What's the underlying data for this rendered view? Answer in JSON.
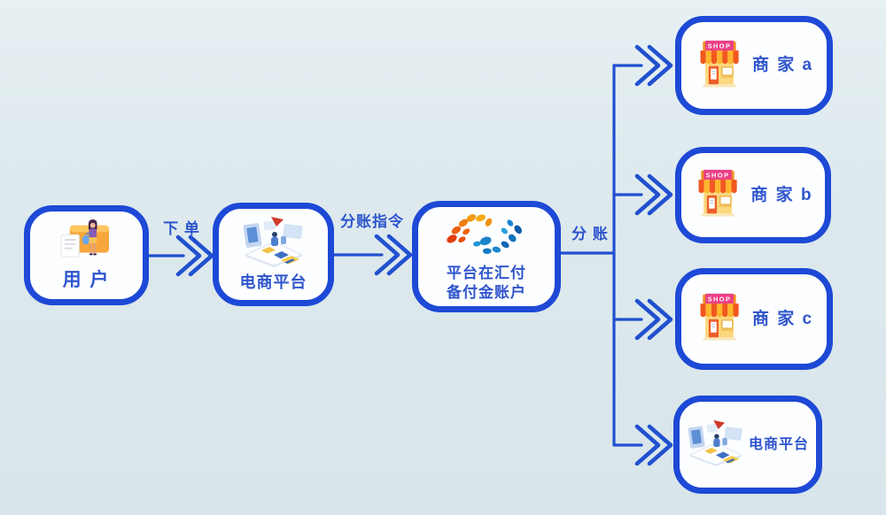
{
  "diagram": {
    "title": "split-payment-flowchart",
    "colors": {
      "background": "#dde9ed",
      "node_border": "#1d49d6",
      "node_fill": "#fdfeff",
      "text_blue": "#2f55cd",
      "arrow_blue": "#2150cf",
      "logo_orange": "#ee6010",
      "logo_blue": "#1579c6",
      "shop_sign_pink": "#ec3f85",
      "awning_orange": "#f2581f",
      "awning_amber": "#ffb52e"
    },
    "nodes": {
      "user": {
        "label": "用 户"
      },
      "platform": {
        "label": "电商平台"
      },
      "huifu": {
        "line1": "平台在汇付",
        "line2": "备付金账户"
      },
      "merchant_a": {
        "label": "商 家 a"
      },
      "merchant_b": {
        "label": "商 家 b"
      },
      "merchant_c": {
        "label": "商 家 c"
      },
      "platform_right": {
        "label": "电商平台"
      }
    },
    "edges": {
      "order": "下 单",
      "split_instruction": "分账指令",
      "split": "分 账"
    },
    "icons": {
      "user": "user-shopper-illustration",
      "platform": "ecommerce-platform-illustration",
      "huifu": "huifu-dots-logo",
      "shop": "storefront-illustration",
      "shop_sign": "SHOP"
    }
  }
}
